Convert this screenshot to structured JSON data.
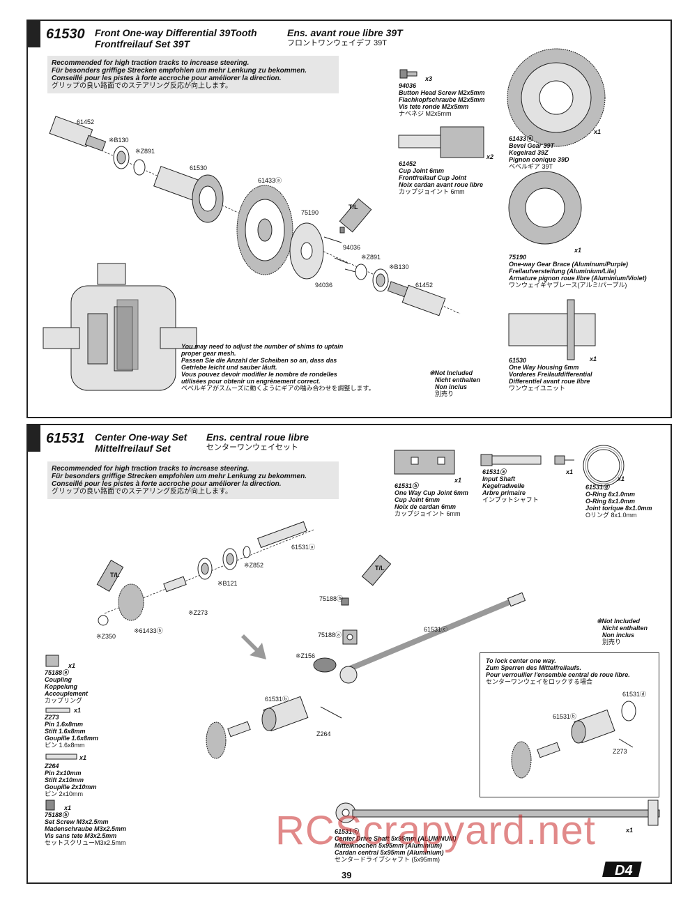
{
  "section_a": {
    "number": "61530",
    "title_en": "Front One-way Differential 39Tooth",
    "title_de": "Frontfreilauf Set 39T",
    "title_fr": "Ens. avant roue libre 39T",
    "title_jp": "フロントワンウェイデフ 39T",
    "recommend": [
      "Recommended for high traction tracks to increase steering.",
      "Für besonders griffige Strecken empfohlen um mehr Lenkung zu bekommen.",
      "Conseillé pour les pistes à forte accroche pour améliorer la direction.",
      "グリップの良い路面でのステアリング反応が向上します。"
    ],
    "labels": {
      "l_61452_top": "61452",
      "l_b130_top": "※B130",
      "l_z891_top": "※Z891",
      "l_61530": "61530",
      "l_61433a": "61433ⓐ",
      "l_75190": "75190",
      "l_tl": "T/L",
      "l_94036_a": "94036",
      "l_z891_b": "※Z891",
      "l_b130_b": "※B130",
      "l_94036_b": "94036",
      "l_61452_b": "61452"
    },
    "parts": [
      {
        "qty": "x3",
        "lines": [
          "94036",
          "Button Head Screw M2x5mm",
          "Flachkopfschraube M2x5mm",
          "Vis tete ronde M2x5mm"
        ],
        "jp": "ナベネジ M2x5mm"
      },
      {
        "qty": "x2",
        "lines": [
          "61452",
          "Cup Joint 6mm",
          "Frontfreilauf Cup Joint",
          "Noix cardan avant roue libre"
        ],
        "jp": "カップジョイント 6mm"
      },
      {
        "qty": "x1",
        "lines": [
          "61433ⓐ",
          "Bevel Gear 39T",
          "Kegelrad 39Z",
          "Pignon conique 39D"
        ],
        "jp": "ベベルギア 39T"
      },
      {
        "qty": "x1",
        "lines": [
          "75190",
          "One-way Gear Brace (Aluminum/Purple)",
          "Freilaufversteifung (Aluminium/Lila)",
          "Armature pignon roue libre (Aluminium/Violet)"
        ],
        "jp": "ワンウェイギヤブレース(アルミ/パープル)"
      },
      {
        "qty": "x1",
        "lines": [
          "61530",
          "One Way Housing 6mm",
          "Vorderes Freilaufdifferential",
          "Differentiel avant roue libre"
        ],
        "jp": "ワンウェイユニット"
      }
    ],
    "shim_note": [
      "You may need to adjust the number of shims to uptain",
      "proper gear mesh.",
      "Passen Sie die Anzahl der Scheiben so an, dass das",
      "Getriebe leicht und sauber läuft.",
      "Vous pouvez devoir modifier le nombre de rondelles",
      "utilisées pour obtenir un engrènement correct."
    ],
    "shim_note_jp": "ベベルギアがスムーズに動くようにギアの噛み合わせを調整します。",
    "not_included": [
      "※Not Included",
      "Nicht enthalten",
      "Non inclus"
    ],
    "not_included_jp": "別売り"
  },
  "section_b": {
    "number": "61531",
    "title_en": "Center One-way Set",
    "title_de": "Mittelfreilauf Set",
    "title_fr": "Ens. central roue libre",
    "title_jp": "センターワンウェイセット",
    "recommend": [
      "Recommended for high traction tracks to increase steering.",
      "Für besonders griffige Strecken empfohlen um mehr Lenkung zu bekommen.",
      "Conseillé pour les pistes à forte accroche pour améliorer la direction.",
      "グリップの良い路面でのステアリング反応が向上します。"
    ],
    "labels": {
      "l_61531a": "61531ⓐ",
      "l_z852": "※Z852",
      "l_b121": "※B121",
      "l_z273": "※Z273",
      "l_z350": "※Z350",
      "l_61433b": "※61433ⓑ",
      "l_tl1": "T/L",
      "l_tl2": "T/L",
      "l_75188b_1": "75188ⓑ",
      "l_75188a": "75188ⓐ",
      "l_61531c": "61531ⓒ",
      "l_z156": "※Z156",
      "l_61531b": "61531ⓑ",
      "l_z264": "Z264",
      "l_lock_61531d": "61531ⓓ",
      "l_lock_61531b": "61531ⓑ",
      "l_lock_z273": "Z273"
    },
    "parts_top": [
      {
        "qty": "x1",
        "lines": [
          "61531ⓑ",
          "One Way Cup Joint 6mm",
          "Cup Joint 6mm",
          "Noix de cardan 6mm"
        ],
        "jp": "カップジョイント 6mm"
      },
      {
        "qty": "x1",
        "lines": [
          "61531ⓐ",
          "Input Shaft",
          "Kegelradwelle",
          "Arbre primaire"
        ],
        "jp": "インプットシャフト"
      },
      {
        "qty": "x1",
        "lines": [
          "61531ⓓ",
          "O-Ring 8x1.0mm",
          "O-Ring 8x1.0mm",
          "Joint torique 8x1.0mm"
        ],
        "jp": "Oリング 8x1.0mm"
      }
    ],
    "parts_left": [
      {
        "qty": "x1",
        "lines": [
          "75188ⓐ",
          "Coupling",
          "Koppelung",
          "Accouplement"
        ],
        "jp": "カップリング"
      },
      {
        "qty": "x1",
        "lines": [
          "Z273",
          "Pin 1.6x8mm",
          "Stift 1.6x8mm",
          "Goupille 1.6x8mm"
        ],
        "jp": "ピン 1.6x8mm"
      },
      {
        "qty": "x1",
        "lines": [
          "Z264",
          "Pin 2x10mm",
          "Stift 2x10mm",
          "Goupille 2x10mm"
        ],
        "jp": "ピン 2x10mm"
      },
      {
        "qty": "x1",
        "lines": [
          "75188ⓑ",
          "Set Screw M3x2.5mm",
          "Madenschraube M3x2.5mm",
          "Vis sans tete M3x2.5mm"
        ],
        "jp": "セットスクリューM3x2.5mm"
      }
    ],
    "part_shaft": {
      "qty": "x1",
      "lines": [
        "61531ⓒ",
        "Center Drive Shaft 5x95mm (ALUMINUM)",
        "Mittelknochen 5x95mm (Aluminium)",
        "Cardan central 5x95mm (Aluminium)"
      ],
      "jp": "センタードライブシャフト (5x95mm)"
    },
    "not_included": [
      "※Not Included",
      "Nicht enthalten",
      "Non inclus"
    ],
    "not_included_jp": "別売り",
    "lock_note": [
      "To lock center one way.",
      "Zum Sperren des Mittelfreilaufs.",
      "Pour verrouiller l'ensemble central de roue libre."
    ],
    "lock_note_jp": "センターワンウェイをロックする場合"
  },
  "page_number": "39",
  "watermark": "RCScrapyard.net",
  "brand": "D4"
}
